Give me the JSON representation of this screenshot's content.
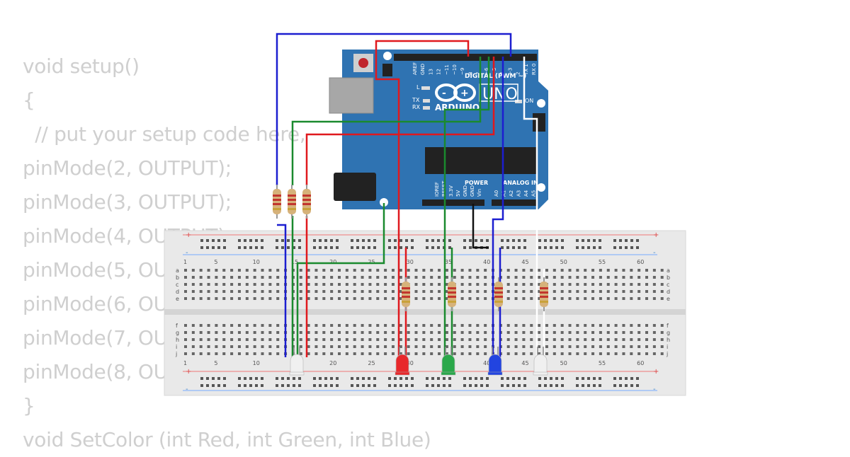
{
  "code_lines": [
    "void setup()",
    "{",
    "  // put your setup code here,",
    "pinMode(2, OUTPUT);",
    "pinMode(3, OUTPUT);",
    "pinMode(4, OUTPUT);",
    "pinMode(5, OUTPUT);",
    "pinMode(6, OUTPUT);",
    "pinMode(7, OUTPUT);",
    "pinMode(8, OUTPUT);",
    "}",
    "void SetColor (int Red, int Green, int Blue)"
  ],
  "arduino": {
    "brand": "ARDUINO",
    "model": "UNO",
    "digital_header": "DIGITAL (PWM ~)",
    "power_header": "POWER",
    "analog_header": "ANALOG IN",
    "on_label": "ON",
    "l_label": "L",
    "tx_label": "TX",
    "rx_label": "RX",
    "digital_pins": [
      "AREF",
      "GND",
      "13",
      "12",
      "~11",
      "~10",
      "~9",
      "8",
      "7",
      "~6",
      "~5",
      "4",
      "~3",
      "2",
      "TX 1",
      "RX 0"
    ],
    "power_pins": [
      "IOREF",
      "RESET",
      "3.3V",
      "5V",
      "GND",
      "GND",
      "Vin"
    ],
    "analog_pins": [
      "A0",
      "A1",
      "A2",
      "A3",
      "A4",
      "A5"
    ]
  },
  "breadboard": {
    "column_numbers": [
      "1",
      "5",
      "10",
      "15",
      "20",
      "25",
      "30",
      "35",
      "40",
      "45",
      "50",
      "55",
      "60"
    ],
    "rows_top": [
      "a",
      "b",
      "c",
      "d",
      "e"
    ],
    "rows_bottom": [
      "f",
      "g",
      "h",
      "i",
      "j"
    ],
    "plus": "+",
    "minus": "-"
  },
  "colors": {
    "board": "#2f73b2",
    "wire_red": "#e0191e",
    "wire_green": "#1a8a2e",
    "wire_blue": "#1c1ed0",
    "wire_black": "#111111",
    "wire_white": "#ffffff",
    "led_red": "#e8282b",
    "led_green": "#2aa84a",
    "led_blue": "#2244e0",
    "led_white": "#f0f0f0"
  }
}
